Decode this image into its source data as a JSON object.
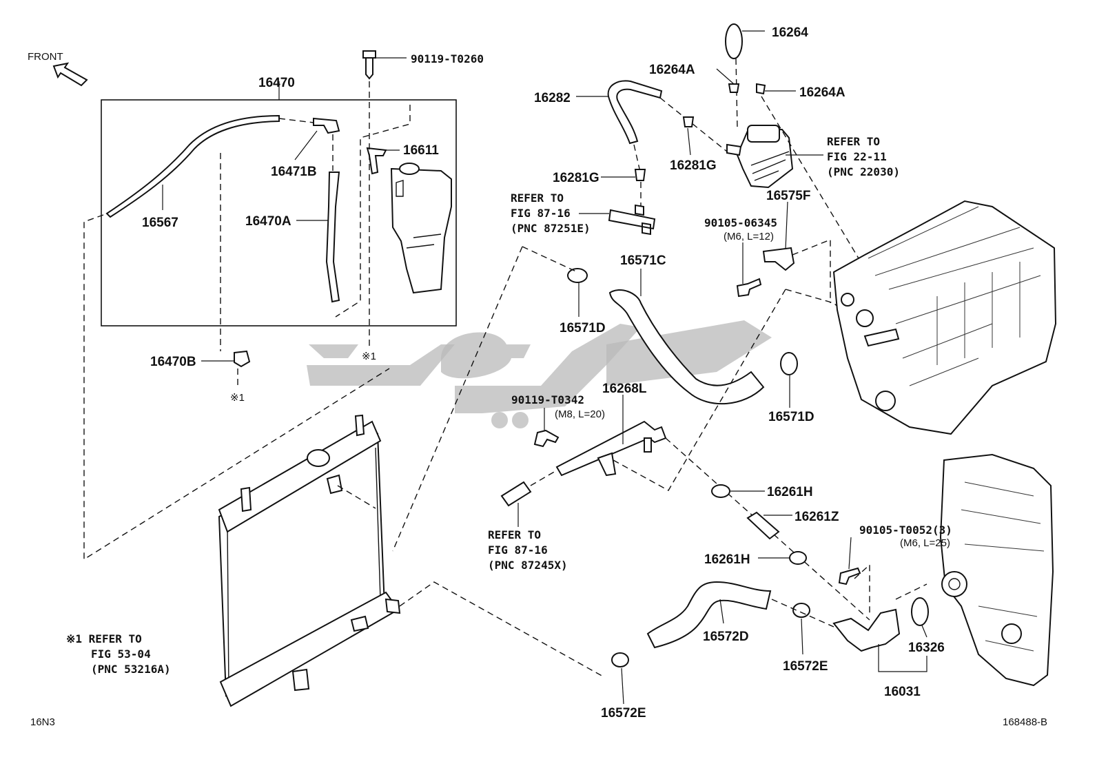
{
  "front_label": "FRONT",
  "labels": {
    "p16264": "16264",
    "p16264A_1": "16264A",
    "p16264A_2": "16264A",
    "p16282": "16282",
    "p90119_T0260": "90119-T0260",
    "p16470": "16470",
    "p16611": "16611",
    "p16471B": "16471B",
    "p16567": "16567",
    "p16470A": "16470A",
    "p16470B": "16470B",
    "p16281G_1": "16281G",
    "p16281G_2": "16281G",
    "p16575F": "16575F",
    "p90105_06345": "90105-06345",
    "p90105_06345_spec": "(M6, L=12)",
    "p16571C": "16571C",
    "p16571D_1": "16571D",
    "p16571D_2": "16571D",
    "p16268L": "16268L",
    "p90119_T0342": "90119-T0342",
    "p90119_T0342_spec": "(M8, L=20)",
    "p16261H_1": "16261H",
    "p16261H_2": "16261H",
    "p16261Z": "16261Z",
    "p90105_T0052": "90105-T0052(3)",
    "p90105_T0052_spec": "(M6, L=25)",
    "p16572D": "16572D",
    "p16572E_1": "16572E",
    "p16572E_2": "16572E",
    "p16326": "16326",
    "p16031": "16031",
    "mark1_a": "※1",
    "mark1_b": "※1"
  },
  "refs": {
    "ref_22_11": [
      "REFER TO",
      "FIG 22-11",
      "(PNC 22030)"
    ],
    "ref_87_16_a": [
      "REFER TO",
      "FIG 87-16",
      "(PNC 87251E)"
    ],
    "ref_87_16_b": [
      "REFER TO",
      "FIG 87-16",
      "(PNC 87245X)"
    ],
    "ref_53_04": [
      "※1 REFER TO",
      "FIG 53-04",
      "(PNC 53216A)"
    ]
  },
  "footer": {
    "left_code": "16N3",
    "right_code": "168488-B"
  }
}
